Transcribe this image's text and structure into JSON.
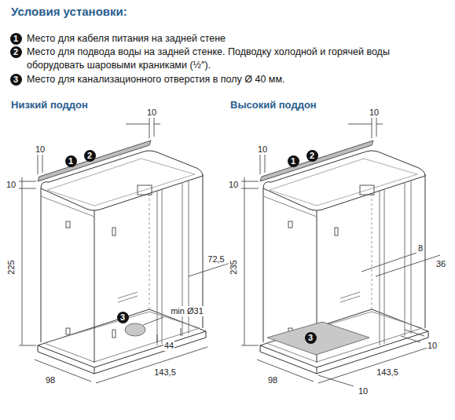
{
  "diagram": {
    "title": "Условия установки:",
    "labels": [
      "1",
      "Место для кабеля питания на задней стене",
      "2",
      "Место для подвода воды на задней стенке. Подводку холодной и горячей воды оборудовать шаровыми краниками (½″).",
      "3",
      "Место для канализационного отверстия в полу Ø 40 мм.",
      "Низкий поддон",
      "Высокий поддон",
      "10",
      "10",
      "10",
      "225",
      "72,5",
      "min Ø31",
      "44",
      "98",
      "143,5",
      "1",
      "2",
      "3",
      "10",
      "10",
      "10",
      "235",
      "8",
      "36",
      "10",
      "143,5",
      "98",
      "10",
      "1",
      "2",
      "3"
    ]
  }
}
